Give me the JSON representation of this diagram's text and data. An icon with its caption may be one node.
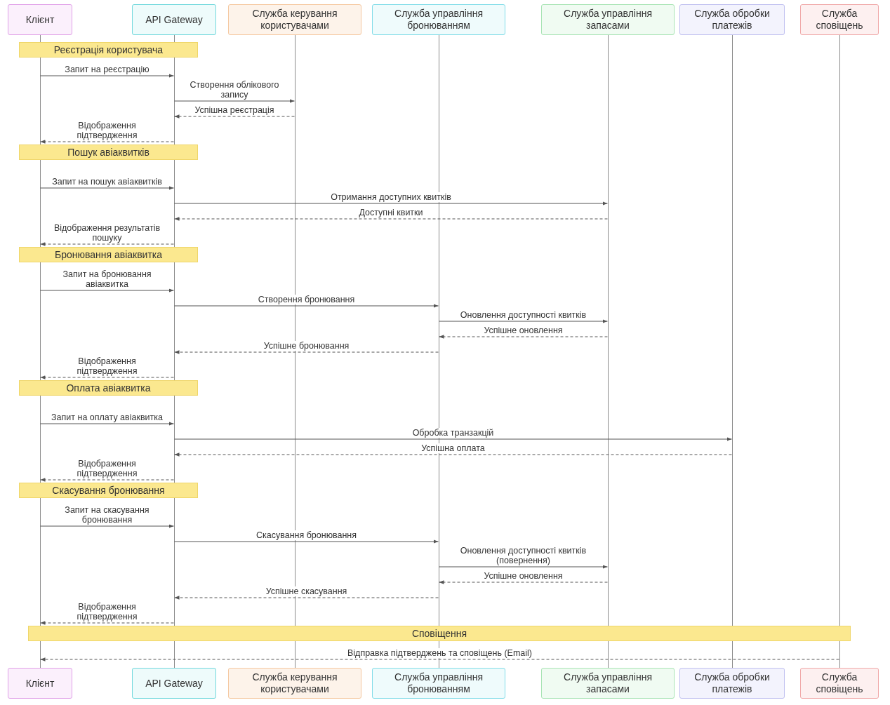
{
  "diagram": {
    "nodes": [
      {
        "text": [
          "Клієнт"
        ]
      },
      {
        "text": [
          "API Gateway"
        ]
      },
      {
        "text": [
          "Служба керування користувачами"
        ]
      },
      {
        "text": [
          "Служба управління бронюванням"
        ]
      },
      {
        "text": [
          "Служба управління запасами"
        ]
      },
      {
        "text": [
          "Служба обробки платежів"
        ]
      },
      {
        "text": [
          "Служба сповіщень"
        ]
      },
      {
        "text": [],
        "shape": "line"
      },
      {
        "text": [],
        "shape": "line"
      },
      {
        "text": [],
        "shape": "line"
      },
      {
        "text": [],
        "shape": "line"
      },
      {
        "text": [],
        "shape": "line"
      },
      {
        "text": [],
        "shape": "line"
      },
      {
        "text": [],
        "shape": "line"
      },
      {
        "text": [
          "Реєстрація користувача"
        ]
      },
      {
        "text": [
          "Пошук авіаквитків"
        ]
      },
      {
        "text": [
          "Бронювання авіаквитка"
        ]
      },
      {
        "text": [
          "Оплата авіаквитка"
        ]
      },
      {
        "text": [
          "Скасування бронювання"
        ]
      },
      {
        "text": [
          "Сповіщення"
        ]
      },
      {
        "text": [
          "Клієнт"
        ]
      },
      {
        "text": [
          "API Gateway"
        ]
      },
      {
        "text": [
          "Служба керування користувачами"
        ]
      },
      {
        "text": [
          "Служба управління бронюванням"
        ]
      },
      {
        "text": [
          "Служба управління запасами"
        ]
      },
      {
        "text": [
          "Служба обробки платежів"
        ]
      },
      {
        "text": [
          "Служба сповіщень"
        ]
      }
    ],
    "edges": [
      {
        "from": 7,
        "to": 8,
        "arrow": "to",
        "label": "Запит на реєстрацію"
      },
      {
        "from": 8,
        "to": 9,
        "arrow": "to",
        "label": "Створення облікового запису"
      },
      {
        "from": 9,
        "to": 8,
        "arrow": "to",
        "label": "Успішна реєстрація",
        "style": "dashed"
      },
      {
        "from": 8,
        "to": 7,
        "arrow": "to",
        "label": "Відображення підтвердження",
        "style": "dashed"
      },
      {
        "from": 7,
        "to": 8,
        "arrow": "to",
        "label": "Запит на пошук авіаквитків"
      },
      {
        "from": 8,
        "to": 11,
        "arrow": "to",
        "label": "Отримання доступних квитків"
      },
      {
        "from": 11,
        "to": 8,
        "arrow": "to",
        "label": "Доступні квитки",
        "style": "dashed"
      },
      {
        "from": 8,
        "to": 7,
        "arrow": "to",
        "label": "Відображення результатів пошуку",
        "style": "dashed"
      },
      {
        "from": 7,
        "to": 8,
        "arrow": "to",
        "label": "Запит на бронювання авіаквитка"
      },
      {
        "from": 8,
        "to": 10,
        "arrow": "to",
        "label": "Створення бронювання"
      },
      {
        "from": 10,
        "to": 11,
        "arrow": "to",
        "label": "Оновлення доступності квитків"
      },
      {
        "from": 11,
        "to": 10,
        "arrow": "to",
        "label": "Успішне оновлення",
        "style": "dashed"
      },
      {
        "from": 10,
        "to": 8,
        "arrow": "to",
        "label": "Успішне бронювання",
        "style": "dashed"
      },
      {
        "from": 8,
        "to": 7,
        "arrow": "to",
        "label": "Відображення підтвердження",
        "style": "dashed"
      },
      {
        "from": 7,
        "to": 8,
        "arrow": "to",
        "label": "Запит на оплату авіаквитка"
      },
      {
        "from": 8,
        "to": 12,
        "arrow": "to",
        "label": "Обробка транзакцій"
      },
      {
        "from": 12,
        "to": 8,
        "arrow": "to",
        "label": "Успішна оплата",
        "style": "dashed"
      },
      {
        "from": 8,
        "to": 7,
        "arrow": "to",
        "label": "Відображення підтвердження",
        "style": "dashed"
      },
      {
        "from": 7,
        "to": 8,
        "arrow": "to",
        "label": "Запит на скасування бронювання"
      },
      {
        "from": 8,
        "to": 10,
        "arrow": "to",
        "label": "Скасування бронювання"
      },
      {
        "from": 10,
        "to": 11,
        "arrow": "to",
        "label": "Оновлення доступності квитків (повернення)"
      },
      {
        "from": 11,
        "to": 10,
        "arrow": "to",
        "label": "Успішне оновлення",
        "style": "dashed"
      },
      {
        "from": 10,
        "to": 8,
        "arrow": "to",
        "label": "Успішне скасування",
        "style": "dashed"
      },
      {
        "from": 8,
        "to": 7,
        "arrow": "to",
        "label": "Відображення підтвердження",
        "style": "dashed"
      },
      {
        "from": 13,
        "to": 7,
        "arrow": "to",
        "label": "Відправка підтверджень та сповіщень (Email)",
        "style": "dashed"
      }
    ]
  }
}
